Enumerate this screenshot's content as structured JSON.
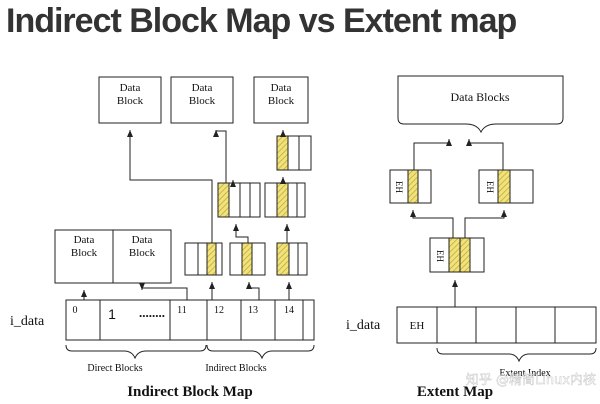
{
  "title": "Indirect Block Map vs Extent map",
  "left": {
    "caption": "Indirect Block Map",
    "i_data_label": "i_data",
    "data_block_l1": "Data",
    "data_block_l2": "Block",
    "inode_cells": [
      "0",
      "1",
      "........",
      "11",
      "12",
      "13",
      "14",
      ""
    ],
    "direct_blocks_label": "Direct Blocks",
    "indirect_blocks_label": "Indirect Blocks"
  },
  "right": {
    "caption": "Extent Map",
    "i_data_label": "i_data",
    "data_blocks_label": "Data Blocks",
    "eh_label": "EH",
    "extent_index_label": "Extent Index"
  },
  "watermark": "知乎 @精简Linux内核",
  "colors": {
    "line": "#222222",
    "hatch_fill": "#f2e27a",
    "hatch_stroke": "#b8a23c",
    "title": "#333333"
  }
}
